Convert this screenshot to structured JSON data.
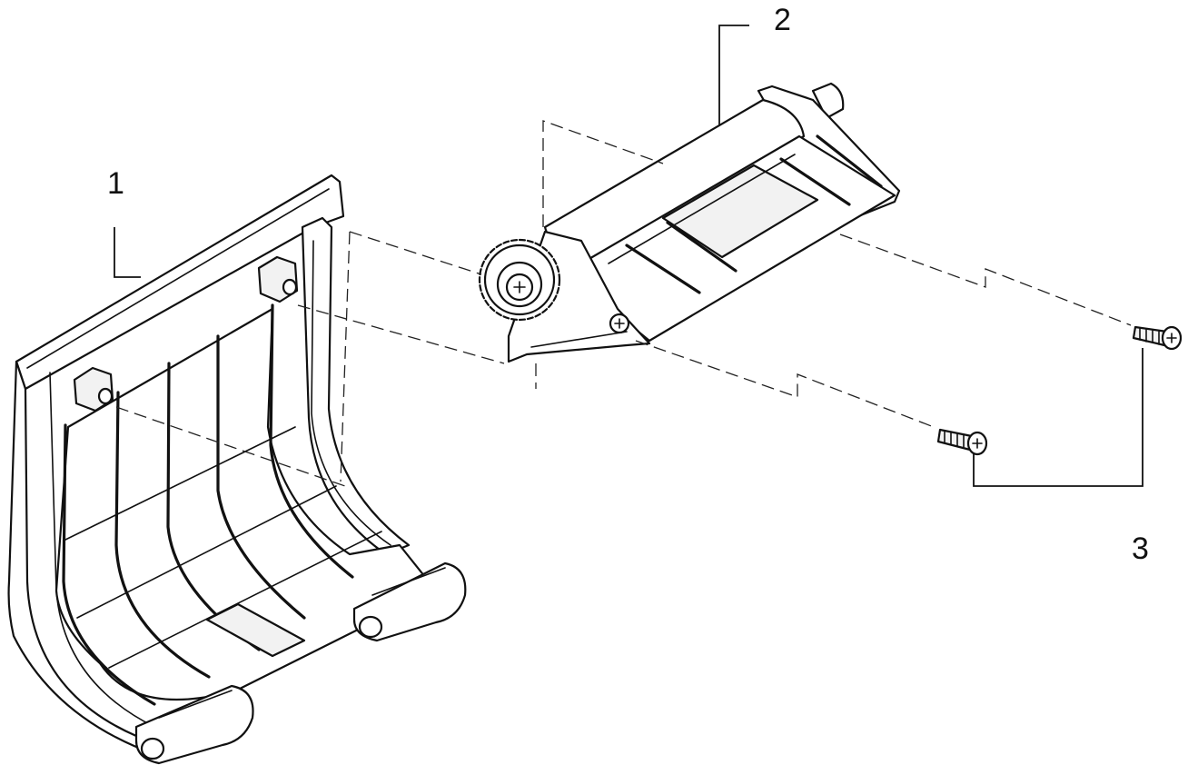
{
  "diagram": {
    "callouts": [
      {
        "id": "1",
        "label": "1"
      },
      {
        "id": "2",
        "label": "2"
      },
      {
        "id": "3",
        "label": "3"
      }
    ],
    "line_color": "#111111",
    "background": "#ffffff"
  }
}
